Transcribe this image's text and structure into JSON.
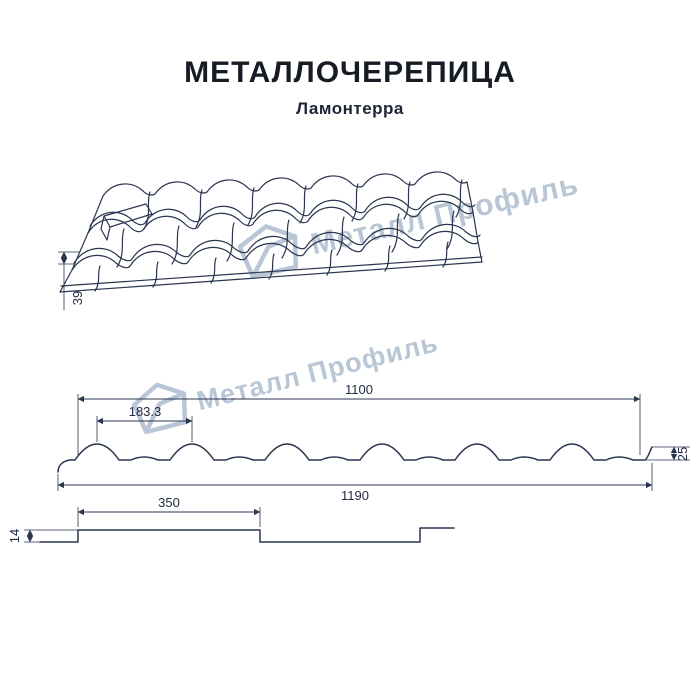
{
  "header": {
    "title": "МЕТАЛЛОЧЕРЕПИЦА",
    "subtitle": "Ламонтерра"
  },
  "watermark": {
    "text": "Металл Профиль",
    "color": "#b6c4d4"
  },
  "drawing": {
    "line_color": "#2a3550",
    "views": [
      "perspective-roof-view",
      "cross-section-profile",
      "longitudinal-step-profile"
    ]
  },
  "dimensions": {
    "tile_step_height": "39",
    "cover_width": "1100",
    "module_width": "183.3",
    "profile_height": "25",
    "full_sheet_width": "1190",
    "module_length": "350",
    "step_height": "14"
  }
}
